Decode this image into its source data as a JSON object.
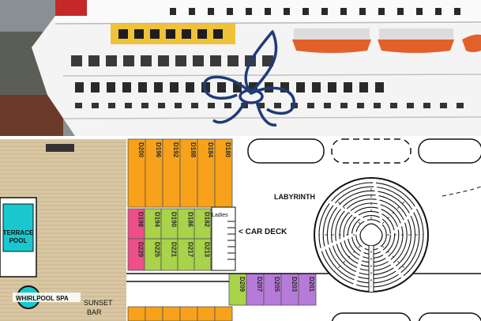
{
  "map": {
    "labels": {
      "terrace_pool_line1": "TERRACE",
      "terrace_pool_line2": "POOL",
      "whirlpool_spa": "WHIRLPOOL SPA",
      "sunset_bar_line1": "SUNSET",
      "sunset_bar_line2": "BAR",
      "labyrinth": "LABYRINTH",
      "car_deck": "< CAR DECK",
      "ladies": "Ladies"
    },
    "cabins_top_row": [
      "D200",
      "D196",
      "D192",
      "D188",
      "D184",
      "D180"
    ],
    "cabins_middle_row_a": [
      "D198",
      "D194",
      "D190",
      "D186",
      "D182"
    ],
    "cabins_middle_row_b": [
      "D229",
      "D225",
      "D221",
      "D217",
      "D213"
    ],
    "cabins_right_row": [
      "D209",
      "D207",
      "D205",
      "D203",
      "D201"
    ],
    "colors": {
      "orange": "#f7a21a",
      "green": "#a8d34a",
      "pink": "#ec4f8a",
      "purple": "#b67ad8",
      "pool": "#19c8cf",
      "deck_wood": "#d9c7a3",
      "emblem": "#1f3b78"
    }
  }
}
